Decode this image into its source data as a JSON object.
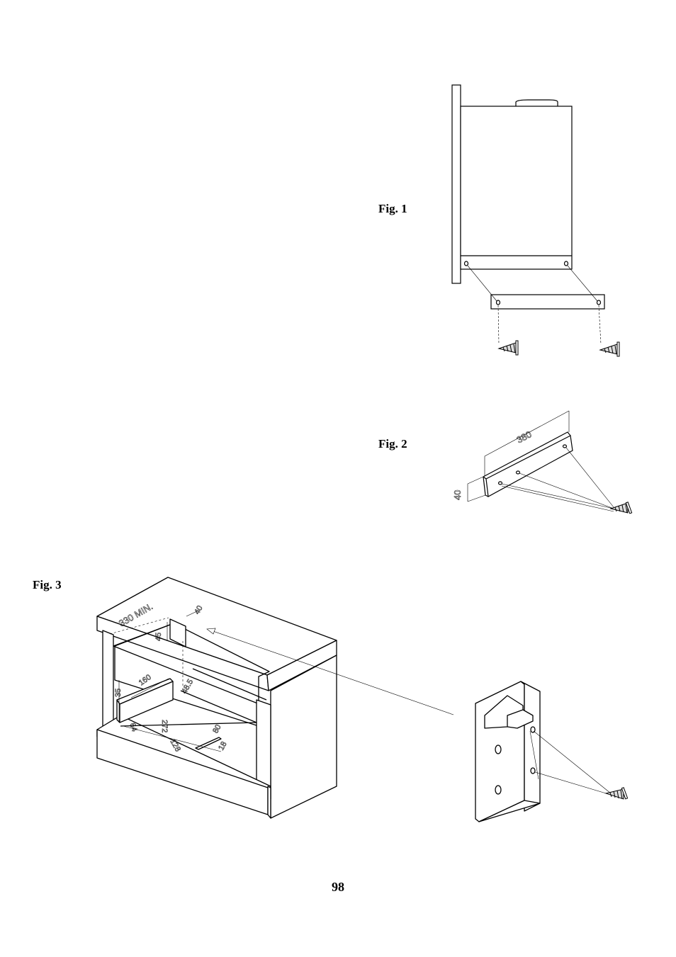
{
  "figures": {
    "fig1": {
      "label": "Fig. 1"
    },
    "fig2": {
      "label": "Fig. 2",
      "dimensions": {
        "length": "380",
        "height": "40"
      }
    },
    "fig3": {
      "label": "Fig. 3",
      "dimensions": {
        "min_depth": "330 MIN.",
        "slot_w": "40",
        "slot_h": "45",
        "rail_len": "160",
        "rail_h": "35",
        "offset": "48.5",
        "bottom_a": "64",
        "bottom_b": "272",
        "bottom_c": "128",
        "bottom_d": "80",
        "bottom_e": "18"
      }
    }
  },
  "page": {
    "number": "98"
  }
}
